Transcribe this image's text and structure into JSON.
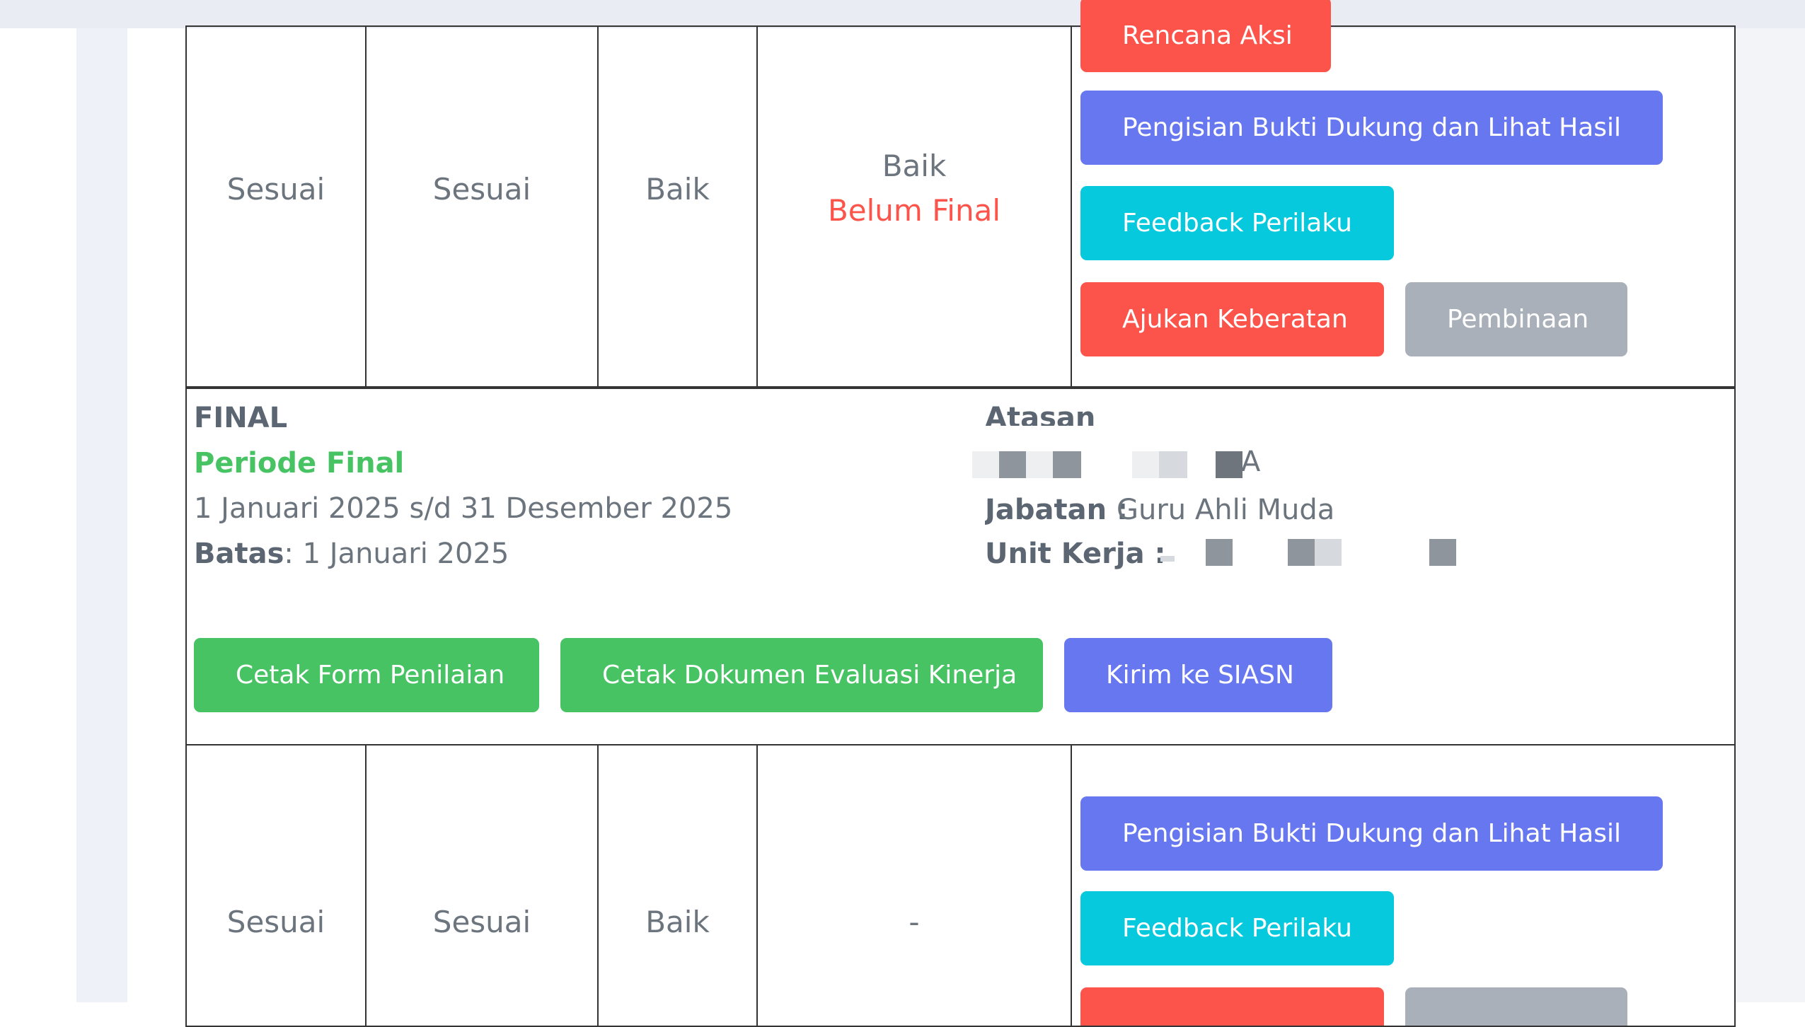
{
  "row_top": {
    "col1": "Sesuai",
    "col2": "Sesuai",
    "col3": "Baik",
    "col4_value": "Baik",
    "col4_status": "Belum Final",
    "buttons": {
      "rencana_aksi": "Rencana Aksi",
      "bukti": "Pengisian Bukti Dukung dan Lihat Hasil",
      "feedback": "Feedback Perilaku",
      "keberatan": "Ajukan Keberatan",
      "pembinaan": "Pembinaan"
    }
  },
  "final_panel": {
    "title": "FINAL",
    "periode": "Periode Final",
    "range": "1 Januari 2025 s/d 31 Desember 2025",
    "batas_label": "Batas",
    "batas_value": ": 1 Januari 2025",
    "atasan_label": "Atasan",
    "atasan_name_tail": "A",
    "jabatan_label": "Jabatan :",
    "jabatan_value": "Guru Ahli Muda",
    "unit_label": "Unit Kerja :",
    "buttons": {
      "cetak_form": "Cetak Form Penilaian",
      "cetak_dokumen": "Cetak Dokumen Evaluasi Kinerja",
      "kirim": "Kirim ke SIASN"
    }
  },
  "row_bottom": {
    "col1": "Sesuai",
    "col2": "Sesuai",
    "col3": "Baik",
    "col4_value": "-",
    "buttons": {
      "bukti": "Pengisian Bukti Dukung dan Lihat Hasil",
      "feedback": "Feedback Perilaku"
    }
  },
  "colors": {
    "danger": "#fc544b",
    "primary": "#6777ef",
    "info": "#07c9dd",
    "secondary": "#a9b0ba",
    "success": "#47c363",
    "status_success_text": "#47c363",
    "status_danger_text": "#fc544b"
  }
}
